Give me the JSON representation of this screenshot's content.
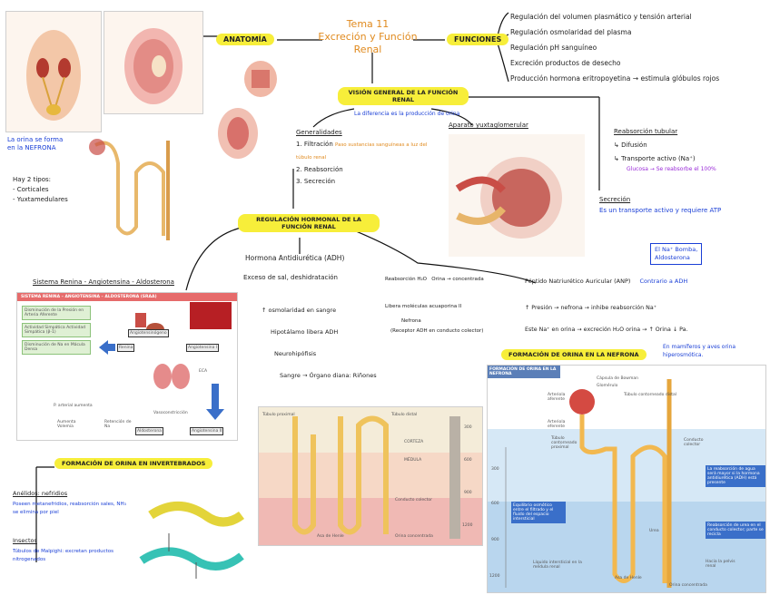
{
  "title": {
    "line1": "Tema 11",
    "line2": "Excreción y Función Renal"
  },
  "labels": {
    "anatomia": "ANATOMÍA",
    "funciones": "FUNCIONES",
    "vision": "VISIÓN GENERAL DE LA FUNCIÓN RENAL",
    "vision_sub": "La diferencia es la producción de orina",
    "regulacion": "REGULACIÓN HORMONAL DE LA FUNCIÓN RENAL",
    "formacion_orina": "FORMACIÓN DE ORINA EN LA NEFRONA",
    "formacion_invert": "FORMACIÓN DE ORINA EN INVERTEBRADOS"
  },
  "funciones_list": [
    "Regulación del volumen plasmático y tensión arterial",
    "Regulación osmolaridad del plasma",
    "Regulación pH sanguíneo",
    "Excreción productos de desecho",
    "Producción hormona eritropoyetina → estimula glóbulos rojos"
  ],
  "anatomia_notes": {
    "nefrona": "La orina se forma en la NEFRONA",
    "tipos_title": "Hay 2 tipos:",
    "tipos": [
      "- Corticales",
      "- Yuxtamedulares"
    ]
  },
  "generalidades": {
    "title": "Generalidades",
    "items": [
      {
        "num": "1.",
        "text": "Filtración",
        "note": "Paso sustancias sanguíneas a luz del túbulo renal"
      },
      {
        "num": "2.",
        "text": "Reabsorción",
        "note": ""
      },
      {
        "num": "3.",
        "text": "Secreción",
        "note": ""
      }
    ]
  },
  "aparato": {
    "title": "Aparato yuxtaglomerular"
  },
  "reabsorcion": {
    "title": "Reabsorción tubular",
    "items": [
      "Difusión",
      "Transporte activo (Na⁺)"
    ],
    "note": "Glucosa → Se reabsorbe el 100%"
  },
  "secrecion": {
    "title": "Secreción",
    "text": "Es un transporte activo y requiere ATP"
  },
  "na_box": {
    "line1": "El Na⁺ Bomba,",
    "line2": "Aldosterona"
  },
  "adh": {
    "title": "Hormona Antidiurética (ADH)",
    "causa": "Exceso de sal, deshidratación",
    "steps": [
      "↑ osmolaridad en sangre",
      "Hipotálamo libera ADH",
      "Neurohipófisis",
      "Sangre → Órgano diana: Riñones"
    ],
    "effects": [
      "Reabsorción H₂O",
      "Orina → concentrada",
      "Libera moléculas acuaporina II",
      "Nefrona",
      "(Receptor ADH en conducto colector)"
    ]
  },
  "raa": {
    "title": "Sistema Renina - Angiotensina - Aldosterona"
  },
  "raa_diagram": {
    "header": "SISTEMA RENINA – ANGIOTENSINA – ALDOSTERONA (SRAA)",
    "left_boxes": [
      "Disminución de la Presión en Arteria Aferente",
      "Actividad Simpática Actividad Simpática (β-1)",
      "Disminución de Na en Mácula Densa"
    ],
    "nodes": [
      "Angiotensinógeno",
      "Renina",
      "Angiotensina I",
      "ECA",
      "Angiotensina II",
      "Aldosterona"
    ],
    "right_labels": [
      "P. arterial aumenta",
      "Aumenta Volemia",
      "Retención de Na",
      "Vasoconstricción"
    ]
  },
  "anp": {
    "title": "Péptido Natriurético Auricular (ANP)",
    "contrario": "Contrario a ADH",
    "lines": [
      "↑ Presión → nefrona → inhibe reabsorción Na⁺",
      "Este Na⁺ en orina → excreción H₂O orina → ↑ Orina ↓ Pa."
    ],
    "note": "En mamíferos y aves orina hiperosmótica."
  },
  "nefrona_diagram": {
    "header": "FORMACIÓN DE ORINA EN LA NEFRONA",
    "labels": [
      "Cápsula de Bowman",
      "Glomérulo",
      "Túbulo contorneado distal",
      "Arteriola aferente",
      "Arteriola eferente",
      "Túbulo contorneado proximal",
      "Conducto colector",
      "Asa de Henle",
      "Orina concentrada",
      "Urea",
      "Líquido intersticial en la médula renal",
      "Equilibrio osmótico entre el filtrado y el fluido del espacio intersticial",
      "La reabsorción de agua será mayor si la hormona antidiurética (ADH) está presente",
      "Reabsorción de urea en el conducto colector; parte se recicla",
      "Hacia la pelvis renal"
    ],
    "scale": [
      "300",
      "600",
      "900",
      "1200"
    ]
  },
  "invertebrados": {
    "anelidos_title": "Anélidos: nefridios",
    "anelidos_text": "Poseen metanefridios, reabsorción sales, NH₃ se elimina por piel",
    "insectos_title": "Insectos",
    "insectos_text": "Túbulos de Malpighi: excretan productos nitrogenados"
  },
  "asa_diagram": {
    "labels": [
      "Túbulo proximal",
      "Túbulo distal",
      "CORTEZA",
      "MÉDULA",
      "Asa de Henle",
      "Conducto colector",
      "Orina concentrada"
    ],
    "scale": [
      "300",
      "600",
      "900",
      "1200"
    ]
  },
  "colors": {
    "highlight": "#f7ee3a",
    "title_orange": "#e08a1e",
    "note_blue": "#1a3fd6",
    "note_purple": "#9a2bd8"
  }
}
